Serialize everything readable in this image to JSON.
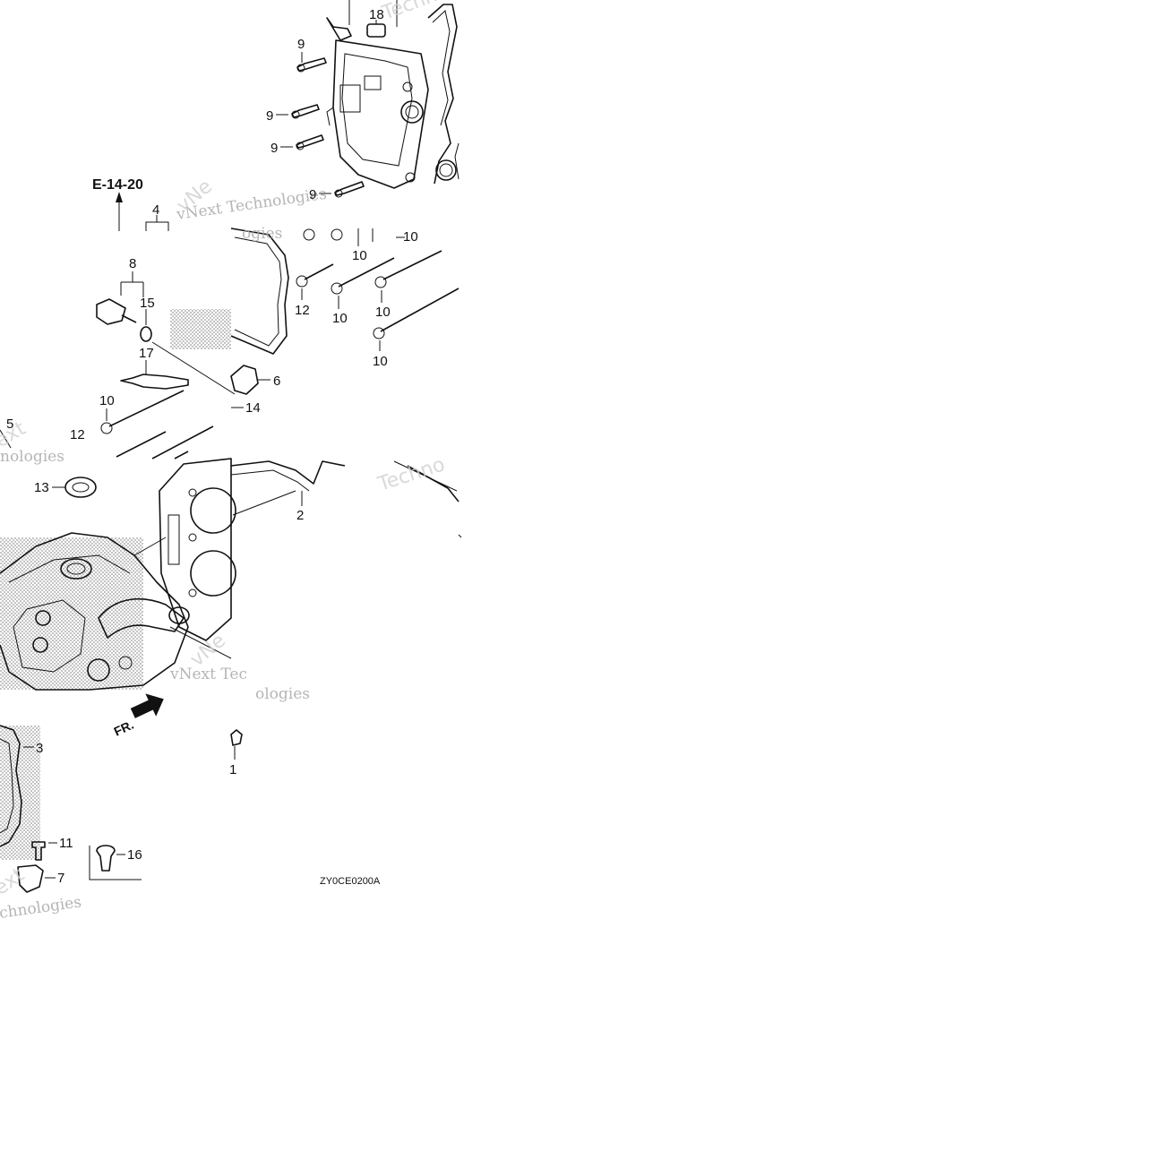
{
  "diagram": {
    "reference": "E-14-20",
    "code": "ZY0CE0200A",
    "front_indicator": "FR.",
    "part_callouts": [
      {
        "id": "c18",
        "text": "18"
      },
      {
        "id": "c9a",
        "text": "9"
      },
      {
        "id": "c9b",
        "text": "9"
      },
      {
        "id": "c9c",
        "text": "9"
      },
      {
        "id": "c9d",
        "text": "9"
      },
      {
        "id": "c4",
        "text": "4"
      },
      {
        "id": "c10a",
        "text": "10"
      },
      {
        "id": "c10b",
        "text": "10"
      },
      {
        "id": "c10c",
        "text": "10"
      },
      {
        "id": "c10d",
        "text": "10"
      },
      {
        "id": "c10e",
        "text": "10"
      },
      {
        "id": "c10f",
        "text": "10"
      },
      {
        "id": "c8",
        "text": "8"
      },
      {
        "id": "c15",
        "text": "15"
      },
      {
        "id": "c12a",
        "text": "12"
      },
      {
        "id": "c12b",
        "text": "12"
      },
      {
        "id": "c17",
        "text": "17"
      },
      {
        "id": "c6",
        "text": "6"
      },
      {
        "id": "c14",
        "text": "14"
      },
      {
        "id": "c5",
        "text": "5"
      },
      {
        "id": "c13",
        "text": "13"
      },
      {
        "id": "c2",
        "text": "2"
      },
      {
        "id": "c3",
        "text": "3"
      },
      {
        "id": "c1",
        "text": "1"
      },
      {
        "id": "c11",
        "text": "11"
      },
      {
        "id": "c16",
        "text": "16"
      },
      {
        "id": "c7",
        "text": "7"
      }
    ],
    "watermarks": [
      "vNext Technologies",
      "Techno",
      "vNe",
      "ogies",
      "Techno",
      "ext",
      "nologies",
      "vNext Tec",
      "vNe",
      "ologies",
      "ext",
      "chnologies"
    ],
    "colors": {
      "line": "#111111",
      "watermark": "#a9a9a9",
      "shade": "#bdbdbd"
    }
  }
}
